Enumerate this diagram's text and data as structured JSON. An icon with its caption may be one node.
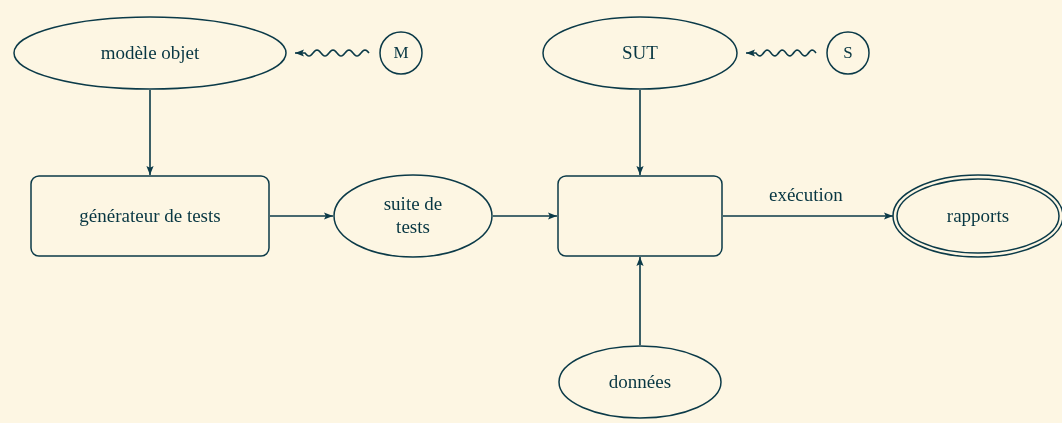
{
  "diagram": {
    "nodes": [
      {
        "text": [
          "modèle objet"
        ]
      },
      {
        "text": [
          "M"
        ]
      },
      {
        "text": [
          "SUT"
        ]
      },
      {
        "text": [
          "S"
        ]
      },
      {
        "text": [
          "générateur de tests"
        ]
      },
      {
        "text": [
          "suite de tests"
        ]
      },
      {
        "text": [],
        "shape": "box"
      },
      {
        "text": [
          "rapports"
        ]
      },
      {
        "text": [
          "données"
        ]
      }
    ],
    "edges": [
      {
        "from": 1,
        "to": 0,
        "arrow": "to"
      },
      {
        "from": 3,
        "to": 2,
        "arrow": "to"
      },
      {
        "from": 0,
        "to": 4,
        "arrow": "to"
      },
      {
        "from": 4,
        "to": 5,
        "arrow": "to"
      },
      {
        "from": 5,
        "to": 6,
        "arrow": "to"
      },
      {
        "from": 2,
        "to": 6,
        "arrow": "to"
      },
      {
        "from": 8,
        "to": 6,
        "arrow": "to"
      },
      {
        "from": 6,
        "to": 7,
        "arrow": "to",
        "label": "exécution"
      }
    ]
  }
}
